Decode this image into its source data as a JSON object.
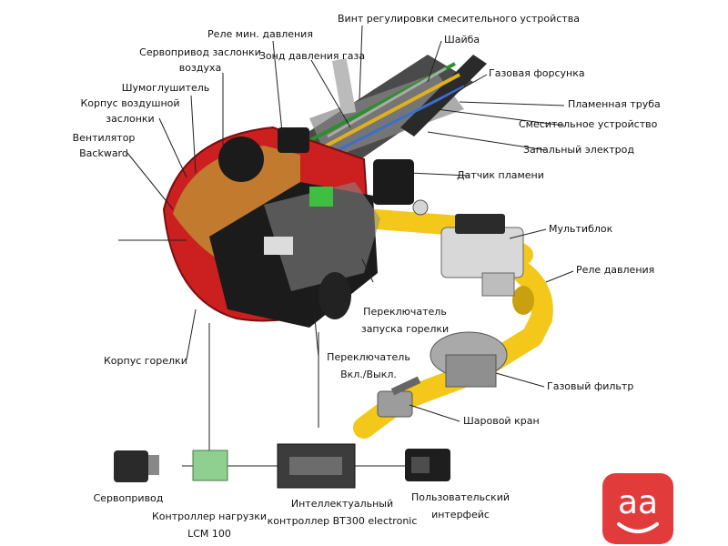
{
  "labels": {
    "vent_line1": "Вентилятор",
    "vent_line2": "Backward",
    "air_housing_line1": "Корпус воздушной",
    "air_housing_line2": "заслонки",
    "silencer": "Шумоглушитель",
    "servo_air_line1": "Сервопривод заслонки",
    "servo_air_line2": "воздуха",
    "min_pressure_relay": "Реле мин. давления",
    "gas_probe": "Зонд давления газа",
    "mixer_screw": "Винт регулировки смесительного устройства",
    "washer": "Шайба",
    "gas_nozzle": "Газовая форсунка",
    "flame_tube": "Пламенная труба",
    "mixer": "Смесительное устройство",
    "ignition_electrode": "Запальный электрод",
    "flame_sensor": "Датчик пламени",
    "multiblock": "Мультиблок",
    "pressure_relay": "Реле давления",
    "start_switch_line1": "Переключатель",
    "start_switch_line2": "запуска горелки",
    "onoff_switch_line1": "Переключатель",
    "onoff_switch_line2": "Вкл./Выкл.",
    "burner_body": "Корпус горелки",
    "gas_filter": "Газовый фильтр",
    "ball_valve": "Шаровой кран",
    "servo": "Сервопривод",
    "load_ctrl_line1": "Контроллер нагрузки",
    "load_ctrl_line2": "LCM 100",
    "smart_ctrl_line1": "Интеллектуальный",
    "smart_ctrl_line2": "контроллер BT300 electronic",
    "ui_line1": "Пользовательский",
    "ui_line2": "интерфейс"
  },
  "logo": {
    "glyphs": "aa",
    "color": "#e23b3b"
  },
  "colors": {
    "housing": "#cc1f1f",
    "pipe": "#f3c81a",
    "body": "#1b1b1b",
    "cover": "#8a8a8a"
  }
}
